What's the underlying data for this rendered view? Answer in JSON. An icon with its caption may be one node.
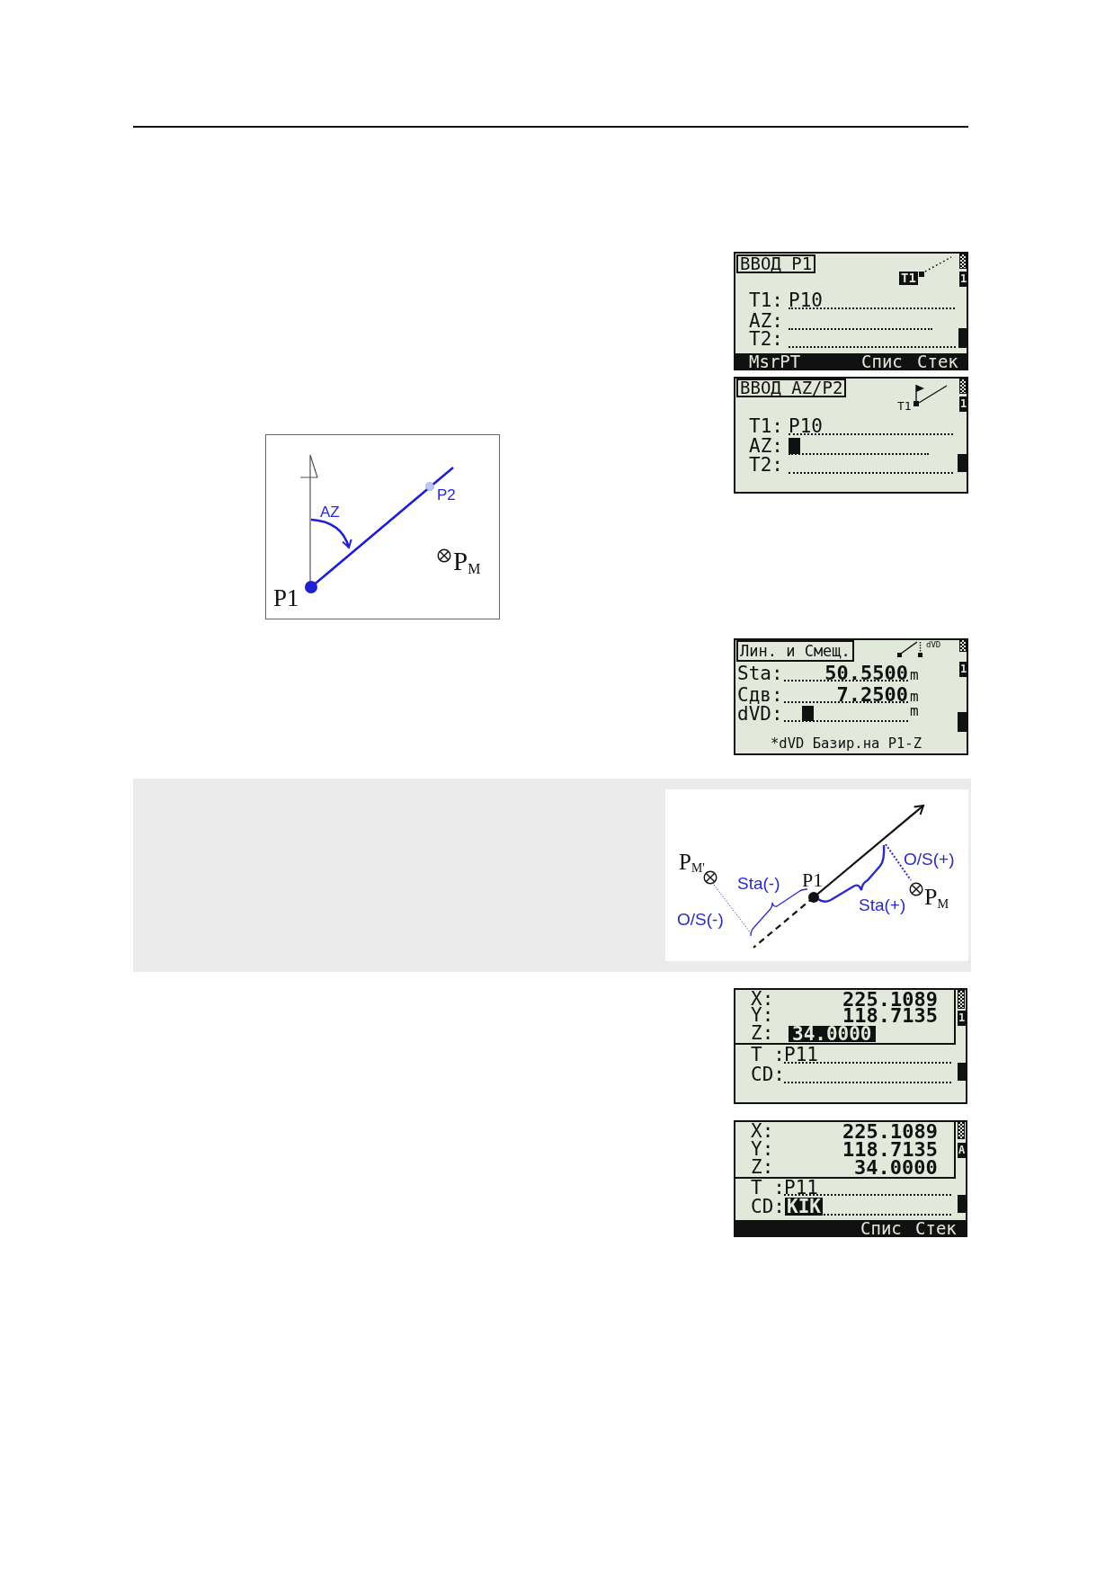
{
  "diagram": {
    "nodes": [
      {
        "text": [
          "ВВОД P1",
          "T1",
          "1",
          "T1:",
          "P10",
          "AZ:",
          "T2:",
          "MsrPT",
          "Спис",
          "Стек"
        ]
      },
      {
        "text": [
          "ВВОД AZ/P2",
          "T1",
          "1",
          "T1:",
          "P10",
          "AZ:",
          "T2:"
        ]
      },
      {
        "text": [
          "P2",
          "AZ",
          "P$_{M}$",
          "P1"
        ]
      },
      {
        "text": [
          "Лин. и Смещ.",
          "dVD",
          "Sta:",
          "50.5500",
          "m",
          "1",
          "Сдв:",
          "7.2500",
          "m",
          "dVD:",
          "m",
          "*dVD Базир.на P1-Z"
        ]
      },
      {
        "text": [],
        "shape": "band"
      },
      {
        "text": [
          "P$_{M'}$",
          "O/S(+)",
          "Sta(-)",
          "P1",
          "P$_{M}$",
          "Sta(+)",
          "O/S(-)"
        ],
        "in": 4
      },
      {
        "text": [
          "X:",
          "225.1089",
          "Y:",
          "118.7135",
          "1",
          "Z:",
          "34.0000",
          "T :",
          "P11",
          "CD:"
        ]
      },
      {
        "text": [
          "X:",
          "225.1089",
          "Y:",
          "118.7135",
          "A",
          "Z:",
          "34.0000",
          "T :",
          "P11",
          "CD:",
          "KIK",
          "Спис",
          "Стек"
        ]
      }
    ]
  }
}
